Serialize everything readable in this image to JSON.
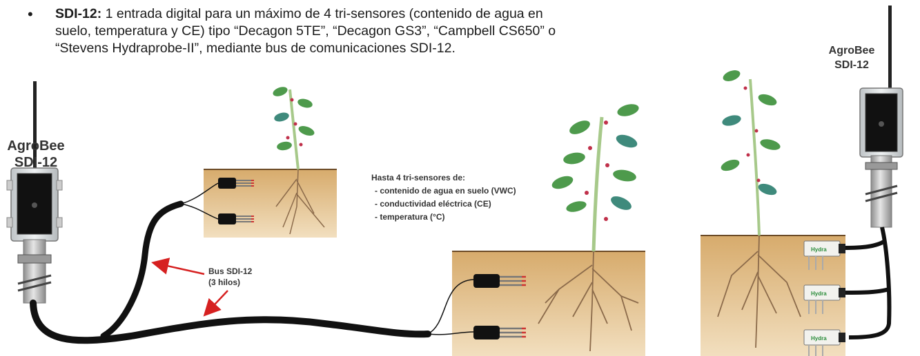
{
  "bullet": {
    "label": "SDI-12:",
    "text": " 1 entrada digital para un máximo de 4 tri-sensores (contenido de agua en suelo, temperatura y CE) tipo “Decagon 5TE”, “Decagon GS3”, “Campbell CS650” o “Stevens Hydraprobe-II”, mediante bus de comunicaciones SDI-12."
  },
  "left_device": {
    "line1": "AgroBee",
    "line2": "SDI-12"
  },
  "right_device": {
    "line1": "AgroBee",
    "line2": "SDI-12"
  },
  "sensors_note": {
    "title": "Hasta 4 tri-sensores de:",
    "items": [
      "- contenido de agua en suelo (VWC)",
      "- conductividad eléctrica (CE)",
      "- temperatura (°C)"
    ]
  },
  "bus_label": {
    "line1": "Bus SDI-12",
    "line2": "(3 hilos)"
  },
  "probe_brand": "Hydra",
  "colors": {
    "soil": "#d9b27a",
    "cable": "#111111",
    "arrow": "#d62020",
    "leaf": "#4e9a4c",
    "stem": "#a7c98a",
    "pole": "#b9b9b9"
  }
}
